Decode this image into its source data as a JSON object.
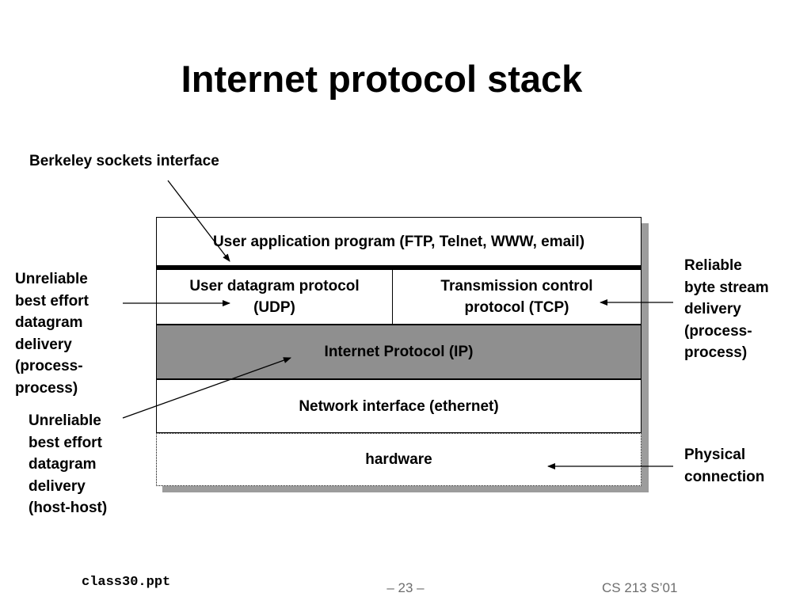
{
  "title": "Internet protocol stack",
  "labels": {
    "sockets": "Berkeley sockets interface",
    "udp_note": "Unreliable\nbest effort\ndatagram\ndelivery\n(process-\nprocess)",
    "ip_note": "Unreliable\nbest effort\ndatagram\ndelivery\n(host-host)",
    "tcp_note": "Reliable\nbyte stream\ndelivery\n(process-\nprocess)",
    "phys_note": "Physical\nconnection"
  },
  "stack": {
    "app": "User application program (FTP, Telnet, WWW, email)",
    "udp": "User datagram protocol\n(UDP)",
    "tcp": "Transmission control\nprotocol (TCP)",
    "ip": "Internet Protocol (IP)",
    "net": "Network interface (ethernet)",
    "hw": "hardware"
  },
  "footer": {
    "file": "class30.ppt",
    "page": "– 23 –",
    "course": "CS 213 S’01"
  },
  "colors": {
    "ip_fill": "#8f8f8f",
    "shadow": "#9c9c9c"
  }
}
